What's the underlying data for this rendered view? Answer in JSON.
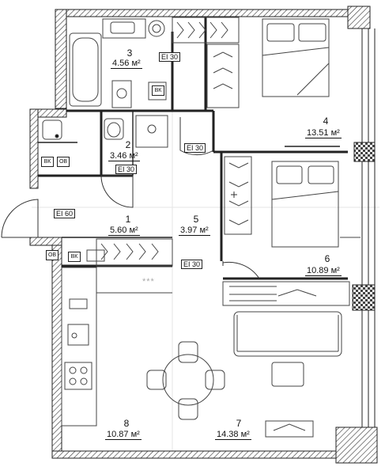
{
  "rooms": [
    {
      "number": "1",
      "area": "5.60 м²"
    },
    {
      "number": "2",
      "area": "3.46 м²"
    },
    {
      "number": "3",
      "area": "4.56 м²"
    },
    {
      "number": "4",
      "area": "13.51 м²"
    },
    {
      "number": "5",
      "area": "3.97 м²"
    },
    {
      "number": "6",
      "area": "10.89 м²"
    },
    {
      "number": "7",
      "area": "14.38 м²"
    },
    {
      "number": "8",
      "area": "10.87 м²"
    }
  ],
  "fire_ratings": [
    "EI 30",
    "EI 30",
    "EI 30",
    "EI 60",
    "EI 30"
  ],
  "equipment_tags": [
    "ВК",
    "ВК",
    "ОВ",
    "ОВ",
    "ВК"
  ],
  "stove_marks": "***"
}
